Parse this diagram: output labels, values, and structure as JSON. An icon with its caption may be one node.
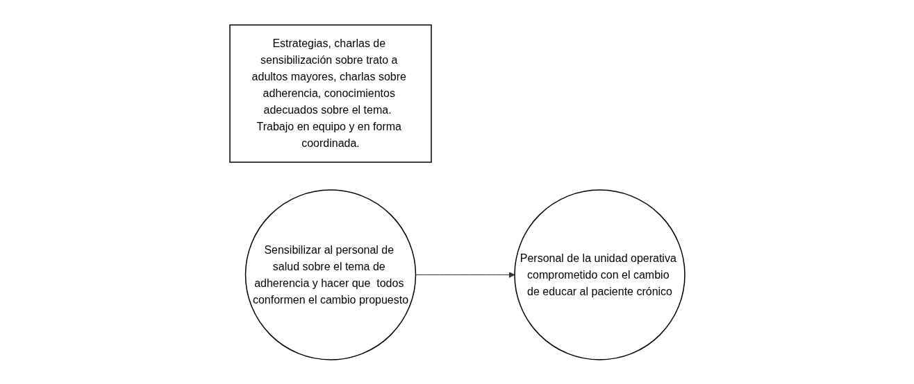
{
  "diagram": {
    "nodes": [
      {
        "text": [
          "Estrategias, charlas de sensibilización sobre trato a adultos mayores, charlas sobre adherencia, conocimientos adecuados sobre el tema.  Trabajo en equipo y en forma coordinada."
        ]
      },
      {
        "text": [
          "Sensibilizar al personal de salud sobre el tema de adherencia y hacer que  todos conformen el cambio propuesto"
        ]
      },
      {
        "text": [
          "Personal de la unidad operativa comprometido con el cambio de educar al paciente crónico"
        ]
      }
    ],
    "edges": [
      {
        "from": 1,
        "to": 2,
        "arrow": "to"
      }
    ]
  }
}
